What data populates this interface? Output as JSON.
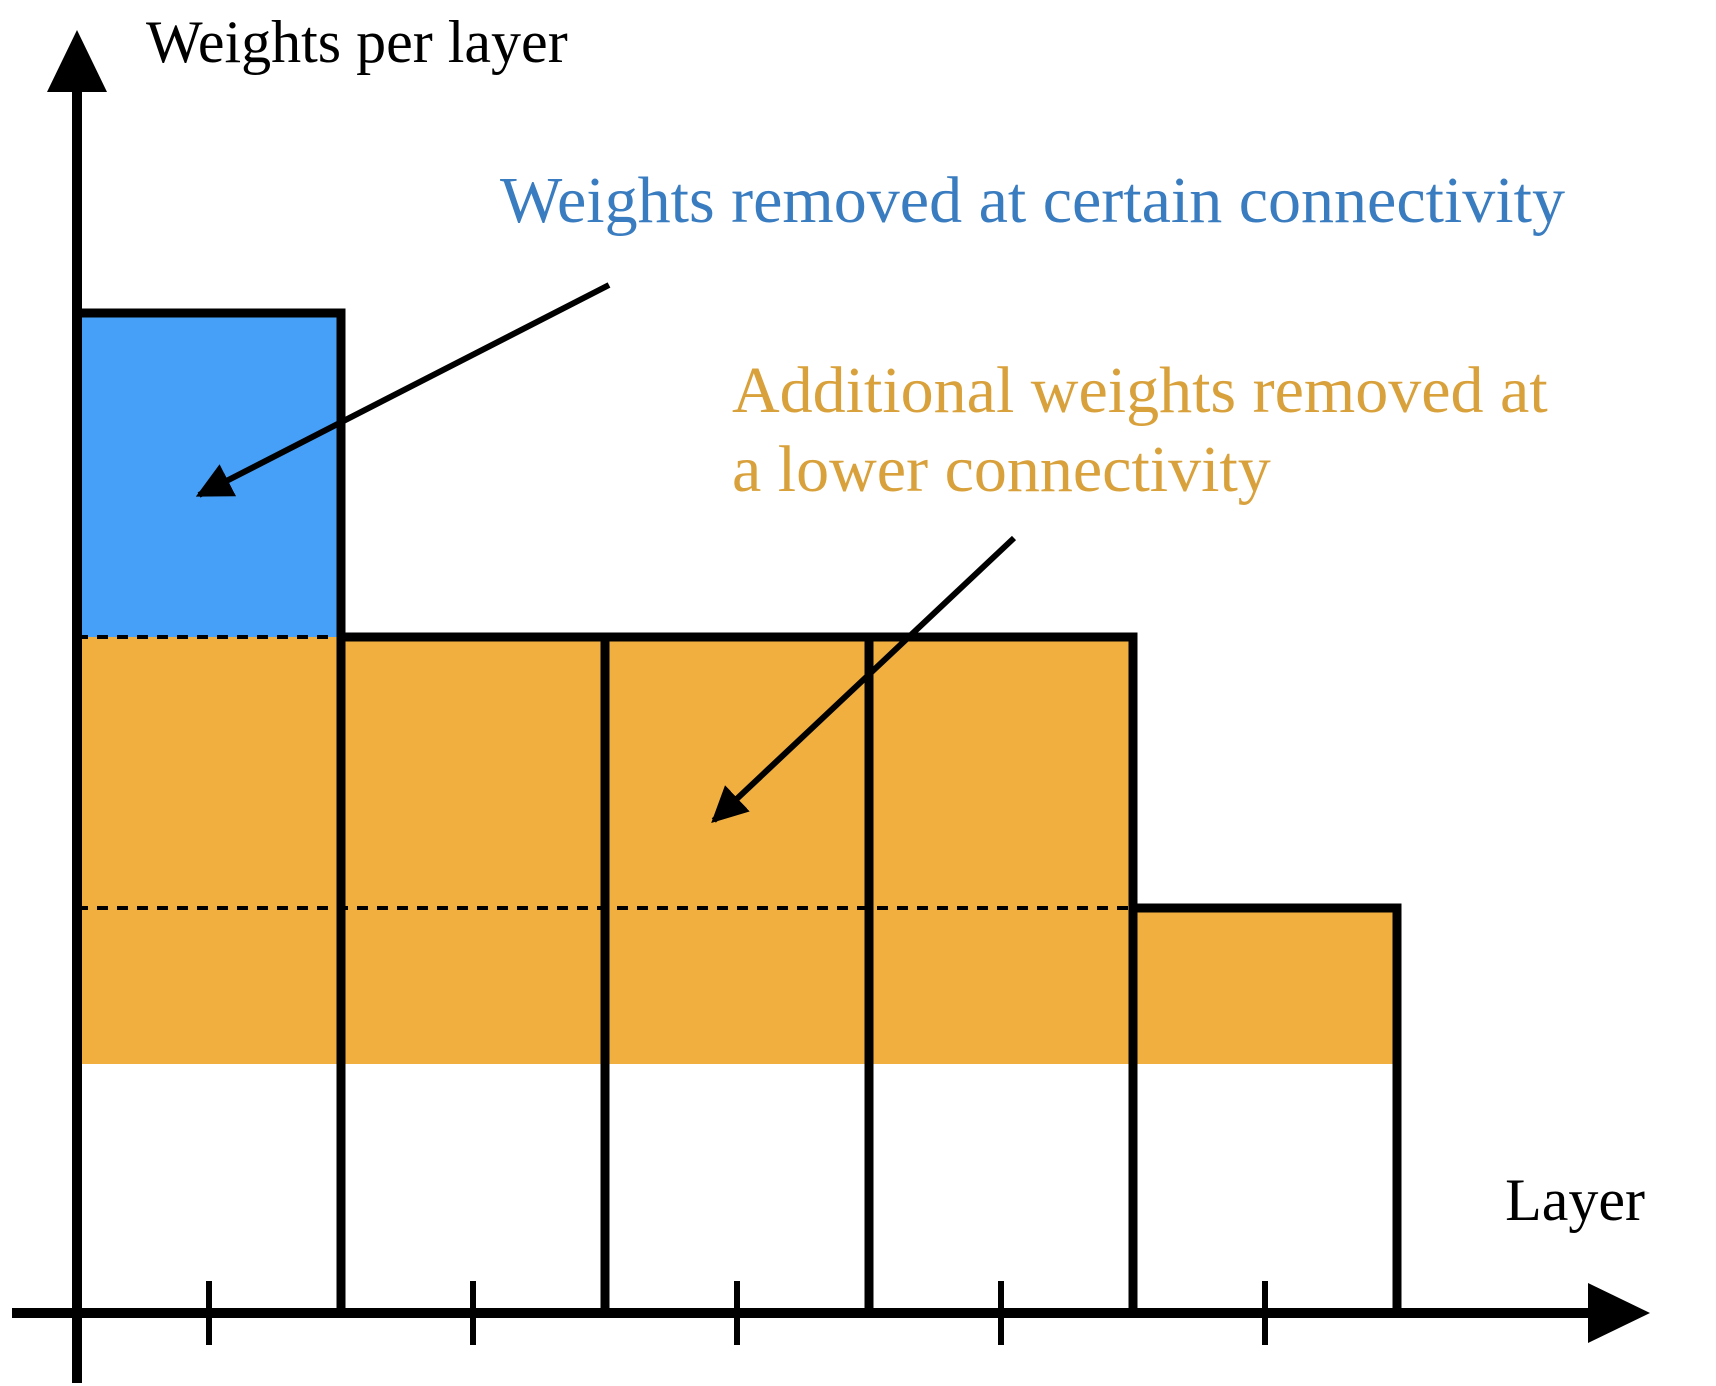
{
  "chart_data": {
    "type": "bar",
    "ylabel": "Weights per layer",
    "xlabel": "Layer",
    "categories": [
      "",
      "",
      "",
      "",
      ""
    ],
    "values": [
      100,
      67.6,
      67.6,
      67.6,
      40.5
    ],
    "ylim": [
      0,
      100
    ],
    "levels": {
      "retained": 24.9,
      "cap_lower": 40.5,
      "cap_certain": 67.6
    },
    "regions": [
      {
        "name": "removed_certain",
        "color": "#47a0f8",
        "from_level": "cap_certain",
        "to": "bar_top"
      },
      {
        "name": "removed_lower",
        "color": "#f1af40",
        "from_level": "retained",
        "to": "min_bar_top_cap_certain"
      }
    ],
    "dashed_lines": [
      "cap_certain",
      "cap_lower"
    ],
    "annotations": [
      {
        "text_lines": [
          "Weights removed at certain connectivity"
        ],
        "color": "#3a7cc0",
        "target": "removed_certain"
      },
      {
        "text_lines": [
          "Additional weights removed at",
          "a lower connectivity"
        ],
        "color": "#d9a13b",
        "target": "removed_lower"
      }
    ],
    "tick_count": 5,
    "grid": false,
    "legend": "none"
  }
}
